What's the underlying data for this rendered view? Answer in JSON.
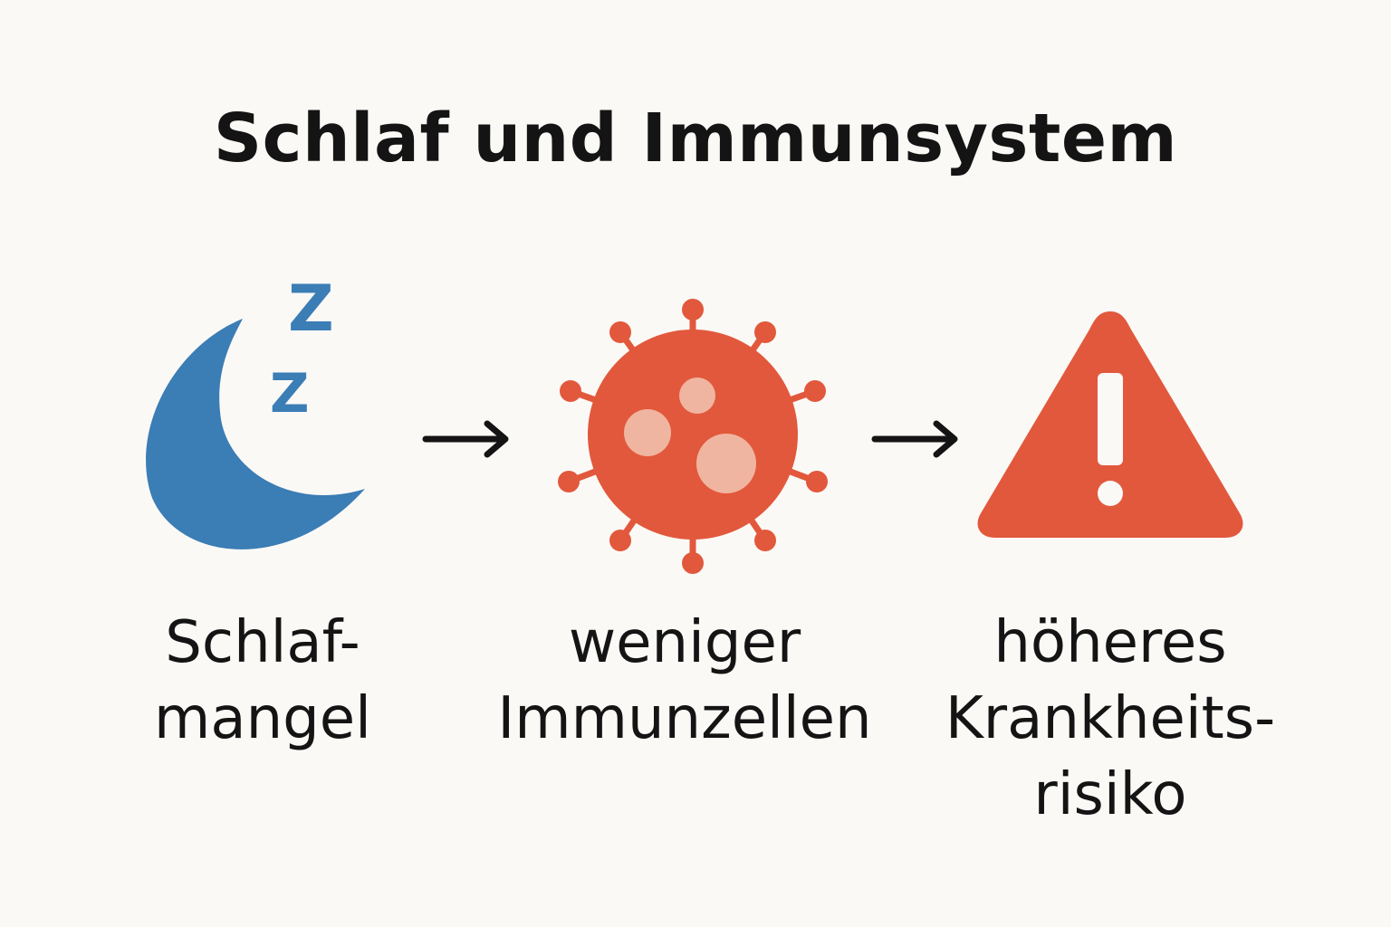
{
  "title": "Schlaf und Immunsystem",
  "steps": [
    {
      "icon": "moon-icon",
      "label_lines": [
        "Schlaf-",
        "mangel"
      ],
      "sleep_marks": [
        "Z",
        "Z"
      ]
    },
    {
      "icon": "virus-cell-icon",
      "label_lines": [
        "weniger",
        "Immunzellen"
      ]
    },
    {
      "icon": "warning-triangle-icon",
      "label_lines": [
        "höheres",
        "Krankheits-",
        "risiko"
      ]
    }
  ],
  "connectors": [
    "arrow-right-icon",
    "arrow-right-icon"
  ],
  "colors": {
    "background": "#fbf9f6",
    "text": "#141414",
    "moon": "#3b7db5",
    "virus": "#e2583c",
    "virus_spots": "#f0b5a0",
    "warning": "#e2583c"
  }
}
